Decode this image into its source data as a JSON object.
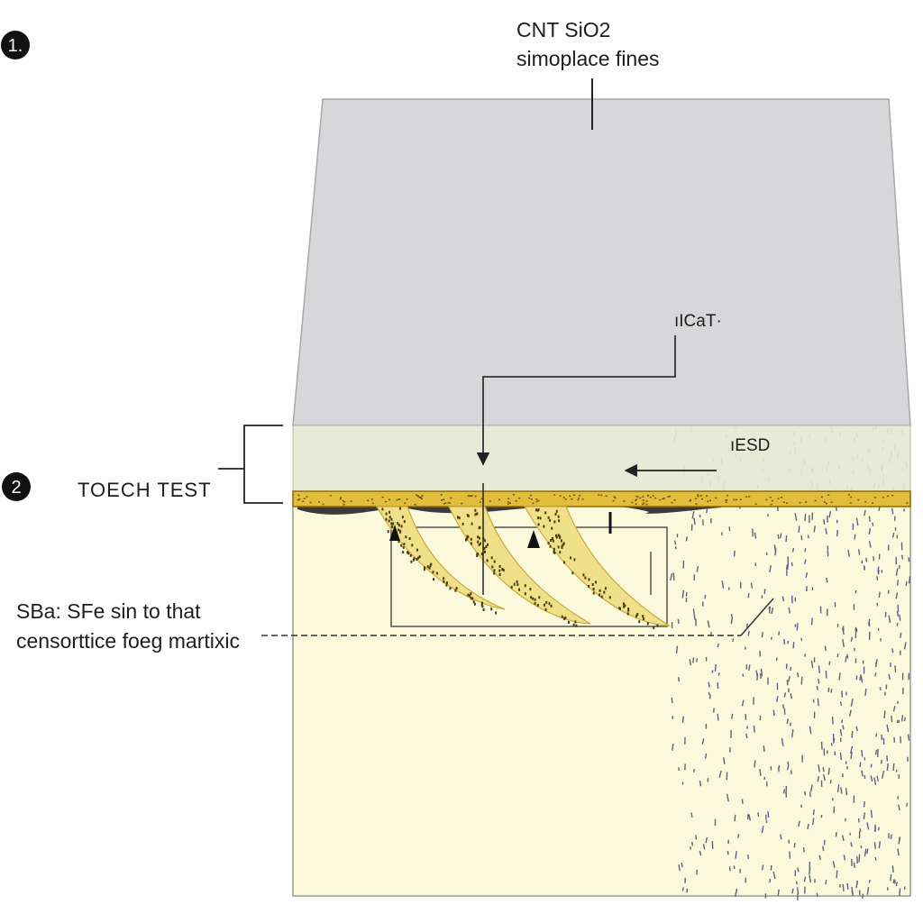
{
  "markers": {
    "one": "1.",
    "two": "2"
  },
  "labels": {
    "top_line1": "CNT SiO2",
    "top_line2": "simoplace fines",
    "mid_label": "ıICaT·",
    "right_label": "ıESD",
    "left_label": "TOECH TEST",
    "bottom_line1": "SBa: SFe sin to that",
    "bottom_line2": "censorttice foeg martixic"
  },
  "colors": {
    "top_layer": "#d7d7d9",
    "thin_film": "#e4e8d4",
    "gold_band": "#e1bd3b",
    "dark_interface": "#3a3a3a",
    "substrate": "#fbf9dc",
    "fins": "#f0e08a",
    "particles": "#5e6280",
    "line": "#333333"
  }
}
